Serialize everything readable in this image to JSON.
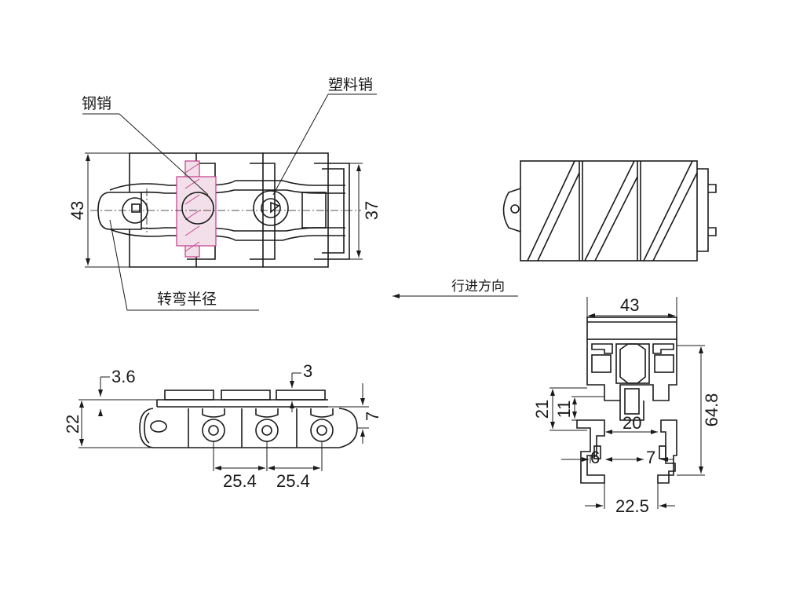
{
  "labels": {
    "steel_pin": "钢销",
    "plastic_pin": "塑料销",
    "turning_radius": "转弯半径",
    "travel_direction": "行进方向"
  },
  "top_view": {
    "width_dim": "43",
    "inner_dim": "37"
  },
  "side_view": {
    "thickness_dim": "22",
    "offset_a": "3.6",
    "offset_b": "3",
    "height_dim": "7",
    "pitch_1": "25.4",
    "pitch_2": "25.4"
  },
  "section_view": {
    "top_width": "43",
    "total_height": "64.8",
    "dim_21": "21",
    "dim_11": "11",
    "dim_20": "20",
    "dim_6": "6",
    "dim_7": "7",
    "dim_22_5": "22.5"
  }
}
